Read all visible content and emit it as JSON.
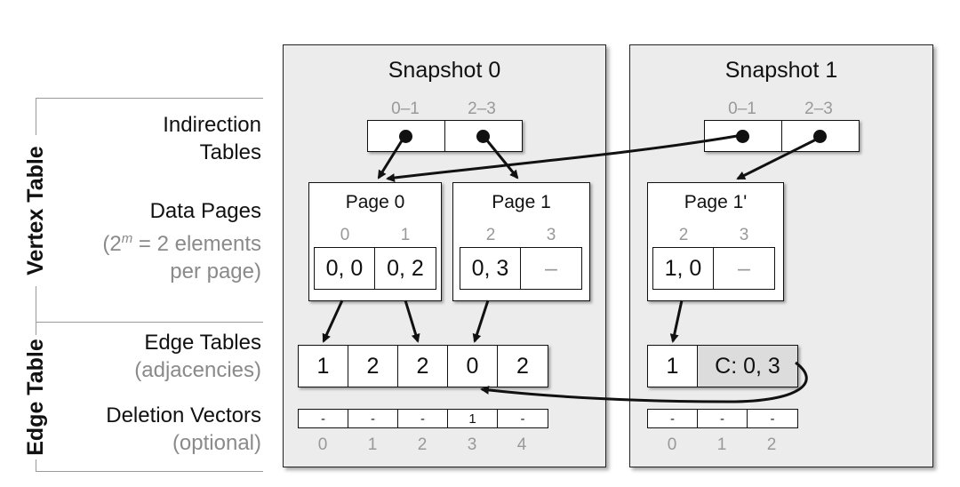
{
  "side_labels": {
    "vertex_table": "Vertex Table",
    "edge_table": "Edge Table"
  },
  "rows": {
    "indirection": [
      "Indirection",
      "Tables"
    ],
    "data_pages": [
      "Data Pages",
      "(2",
      "m",
      " = 2 elements",
      "per page)"
    ],
    "edge_tables": [
      "Edge Tables",
      "(adjacencies)"
    ],
    "deletion": [
      "Deletion Vectors",
      "(optional)"
    ]
  },
  "snapshots": [
    {
      "title": "Snapshot 0",
      "indirection_ranges": [
        "0–1",
        "2–3"
      ],
      "pages": [
        {
          "title": "Page 0",
          "indices": [
            "0",
            "1"
          ],
          "cells": [
            "0, 0",
            "0, 2"
          ]
        },
        {
          "title": "Page 1",
          "indices": [
            "2",
            "3"
          ],
          "cells": [
            "0, 3",
            "–"
          ]
        }
      ],
      "edges": [
        "1",
        "2",
        "2",
        "0",
        "2"
      ],
      "deletion": [
        "-",
        "-",
        "-",
        "1",
        "-"
      ],
      "deletion_indices": [
        "0",
        "1",
        "2",
        "3",
        "4"
      ]
    },
    {
      "title": "Snapshot 1",
      "indirection_ranges": [
        "0–1",
        "2–3"
      ],
      "pages": [
        {
          "title": "Page 1'",
          "indices": [
            "2",
            "3"
          ],
          "cells": [
            "1, 0",
            "–"
          ]
        }
      ],
      "edges": [
        "1",
        "C: 0, 3"
      ],
      "deletion": [
        "-",
        "-",
        "-"
      ],
      "deletion_indices": [
        "0",
        "1",
        "2"
      ]
    }
  ]
}
